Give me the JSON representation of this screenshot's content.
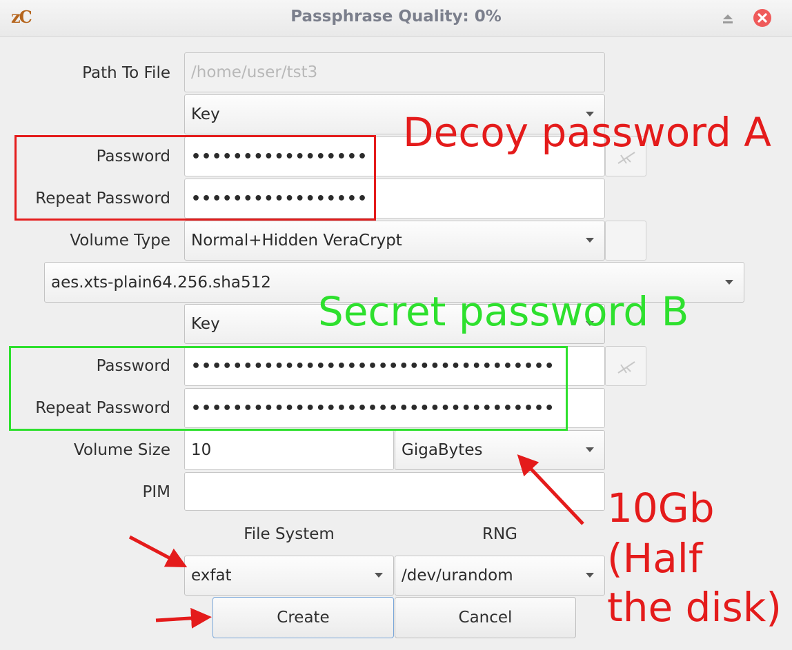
{
  "window": {
    "app_logo": "zC",
    "title": "Passphrase Quality: 0%"
  },
  "form": {
    "path_label": "Path To File",
    "path_value": "/home/user/tst3",
    "key_type_1": "Key",
    "password_label": "Password",
    "repeat_password_label": "Repeat Password",
    "outer_password_mask": "•••••••••••••••••",
    "outer_repeat_mask": "•••••••••••••••••",
    "volume_type_label": "Volume Type",
    "volume_type_value": "Normal+Hidden VeraCrypt",
    "cipher_value": "aes.xts-plain64.256.sha512",
    "key_type_2": "Key",
    "hidden_password_mask": "•••••••••••••••••••••••••••••••••••",
    "hidden_repeat_mask": "•••••••••••••••••••••••••••••••••••",
    "volume_size_label": "Volume Size",
    "volume_size_value": "10",
    "volume_size_unit": "GigaBytes",
    "pim_label": "PIM",
    "pim_value": "",
    "file_system_label": "File System",
    "file_system_value": "exfat",
    "rng_label": "RNG",
    "rng_value": "/dev/urandom"
  },
  "buttons": {
    "create": "Create",
    "cancel": "Cancel"
  },
  "annotations": {
    "decoy": "Decoy password A",
    "secret": "Secret password B",
    "size_note_line1": "10Gb",
    "size_note_line2": "(Half",
    "size_note_line3": "the disk)",
    "red": "#e41b1b",
    "green": "#2ee02e"
  }
}
